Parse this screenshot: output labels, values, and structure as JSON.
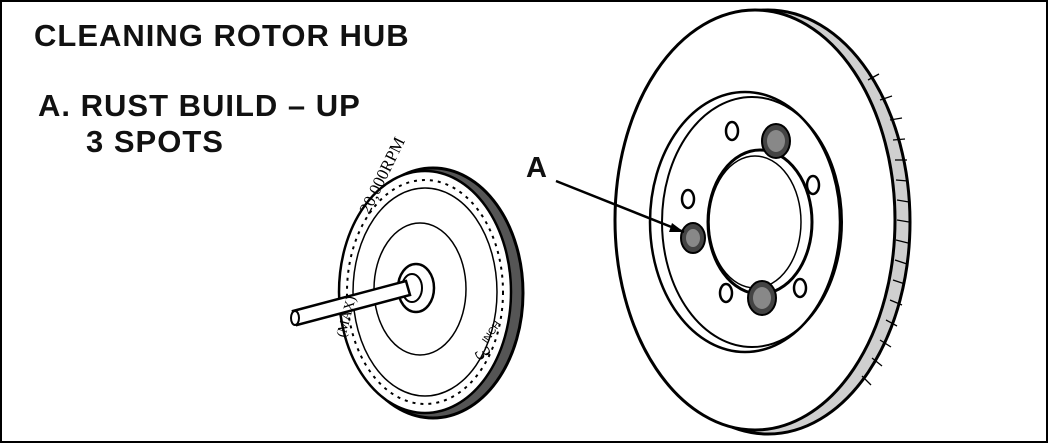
{
  "header": {
    "title": "CLEANING ROTOR HUB"
  },
  "legend": {
    "item_a_line1": "A. RUST BUILD – UP",
    "item_a_line2": "3 SPOTS"
  },
  "callout": {
    "label": "A"
  },
  "disc_tool": {
    "label_rpm": "20,000RPM",
    "label_max": "(MAX)",
    "label_size_number": "3",
    "label_size_unit": "INCH"
  }
}
